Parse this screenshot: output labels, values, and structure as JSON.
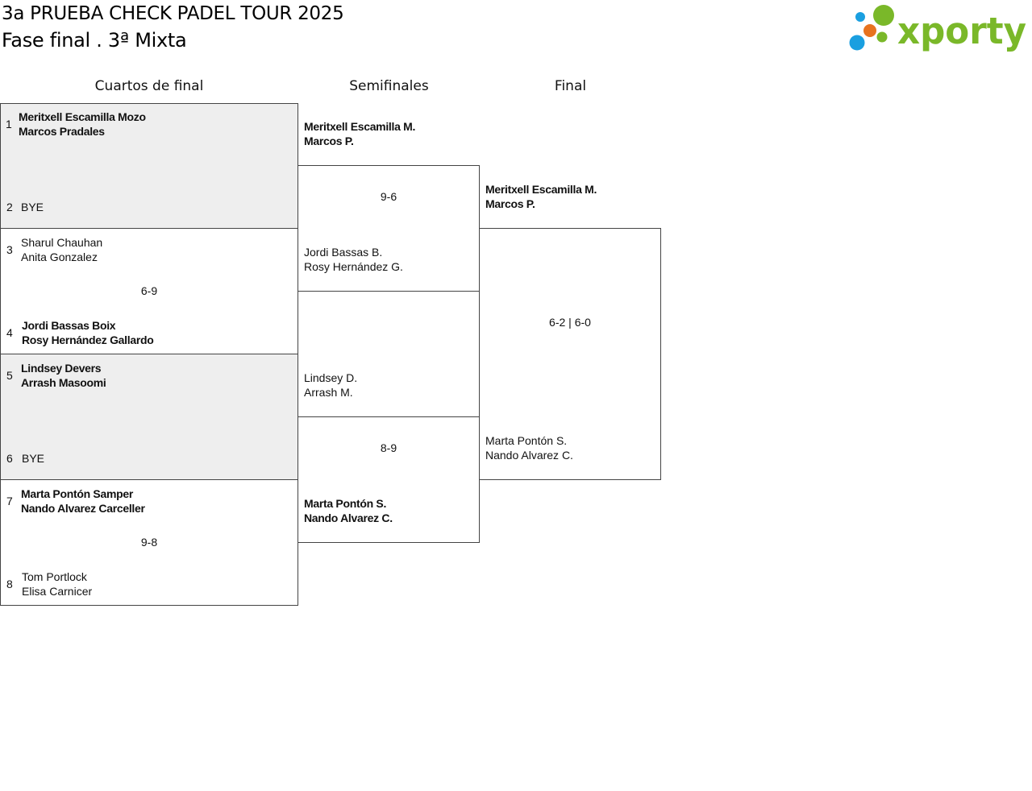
{
  "header": {
    "title": "3a PRUEBA CHECK PADEL TOUR 2025",
    "subtitle": "Fase final . 3ª Mixta",
    "logo_text": "xporty"
  },
  "colors": {
    "logo_green": "#7ab829",
    "logo_blue": "#1a9fe0",
    "logo_orange": "#e8731f",
    "bye_fill": "#eeeeee"
  },
  "rounds": [
    "Cuartos de final",
    "Semifinales",
    "Final"
  ],
  "quarterfinals": [
    {
      "top": {
        "seed": "1",
        "players": [
          "Meritxell Escamilla Mozo",
          "Marcos Pradales"
        ],
        "winner": true
      },
      "bottom": {
        "seed": "2",
        "players": [
          "BYE"
        ],
        "winner": false
      },
      "score": ""
    },
    {
      "top": {
        "seed": "3",
        "players": [
          "Sharul Chauhan",
          "Anita Gonzalez"
        ],
        "winner": false
      },
      "bottom": {
        "seed": "4",
        "players": [
          "Jordi Bassas Boix",
          "Rosy Hernández Gallardo"
        ],
        "winner": true
      },
      "score": "6-9"
    },
    {
      "top": {
        "seed": "5",
        "players": [
          "Lindsey Devers",
          "Arrash Masoomi"
        ],
        "winner": true
      },
      "bottom": {
        "seed": "6",
        "players": [
          "BYE"
        ],
        "winner": false
      },
      "score": ""
    },
    {
      "top": {
        "seed": "7",
        "players": [
          "Marta Pontón Samper",
          "Nando Alvarez Carceller"
        ],
        "winner": true
      },
      "bottom": {
        "seed": "8",
        "players": [
          "Tom Portlock",
          "Elisa Carnicer"
        ],
        "winner": false
      },
      "score": "9-8"
    }
  ],
  "semifinals": [
    {
      "top": {
        "players": [
          "Meritxell Escamilla M.",
          "Marcos P."
        ],
        "winner": true
      },
      "bottom": {
        "players": [
          "Jordi Bassas B.",
          "Rosy Hernández G."
        ],
        "winner": false
      },
      "score": "9-6"
    },
    {
      "top": {
        "players": [
          "Lindsey D.",
          "Arrash M."
        ],
        "winner": false
      },
      "bottom": {
        "players": [
          "Marta Pontón S.",
          "Nando Alvarez C."
        ],
        "winner": true
      },
      "score": "8-9"
    }
  ],
  "final": {
    "top": {
      "players": [
        "Meritxell Escamilla M.",
        "Marcos P."
      ],
      "winner": true
    },
    "bottom": {
      "players": [
        "Marta Pontón S.",
        "Nando Alvarez C."
      ],
      "winner": false
    },
    "score": "6-2 | 6-0"
  }
}
